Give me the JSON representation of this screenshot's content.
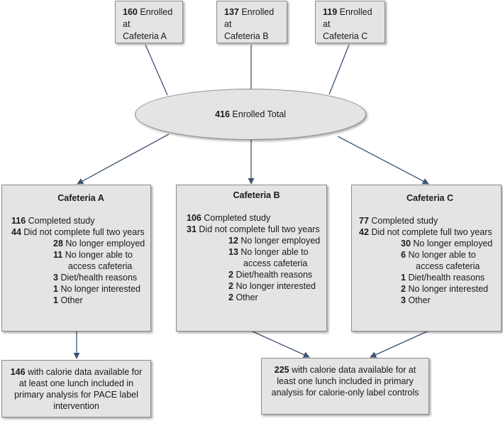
{
  "enrollment": {
    "sites": [
      {
        "count": "160",
        "text": "Enrolled at",
        "site": "Cafeteria A"
      },
      {
        "count": "137",
        "text": "Enrolled at",
        "site": "Cafeteria B"
      },
      {
        "count": "119",
        "text": "Enrolled at",
        "site": "Cafeteria C"
      }
    ],
    "total": {
      "count": "416",
      "text": "Enrolled Total"
    }
  },
  "cafeterias": [
    {
      "title": "Cafeteria A",
      "completed": {
        "count": "116",
        "text": "Completed study"
      },
      "not_completed": {
        "count": "44",
        "text": "Did not complete full two years"
      },
      "reasons": [
        {
          "count": "28",
          "text": "No longer employed"
        },
        {
          "count": "11",
          "text": "No longer able to",
          "cont": "access cafeteria"
        },
        {
          "count": "3",
          "text": "Diet/health reasons"
        },
        {
          "count": "1",
          "text": "No longer interested"
        },
        {
          "count": "1",
          "text": "Other"
        }
      ]
    },
    {
      "title": "Cafeteria B",
      "completed": {
        "count": "106",
        "text": "Completed study"
      },
      "not_completed": {
        "count": "31",
        "text": "Did not complete full two years"
      },
      "reasons": [
        {
          "count": "12",
          "text": "No longer employed"
        },
        {
          "count": "13",
          "text": "No longer able to",
          "cont": "access cafeteria"
        },
        {
          "count": "2",
          "text": "Diet/health reasons"
        },
        {
          "count": "2",
          "text": "No longer interested"
        },
        {
          "count": "2",
          "text": "Other"
        }
      ]
    },
    {
      "title": "Cafeteria C",
      "completed": {
        "count": "77",
        "text": "Completed study"
      },
      "not_completed": {
        "count": "42",
        "text": "Did not complete full two years"
      },
      "reasons": [
        {
          "count": "30",
          "text": "No longer employed"
        },
        {
          "count": "6",
          "text": "No longer able to",
          "cont": "access cafeteria"
        },
        {
          "count": "1",
          "text": "Diet/health reasons"
        },
        {
          "count": "2",
          "text": "No longer interested"
        },
        {
          "count": "3",
          "text": "Other"
        }
      ]
    }
  ],
  "analysis": [
    {
      "count": "146",
      "line1": "with calorie data available for",
      "line2": "at least one lunch included in",
      "line3": "primary analysis for PACE label",
      "line4": "intervention"
    },
    {
      "count": "225",
      "line1": "with calorie data available for at",
      "line2": "least one lunch included in primary",
      "line3": "analysis for calorie-only label controls"
    }
  ]
}
